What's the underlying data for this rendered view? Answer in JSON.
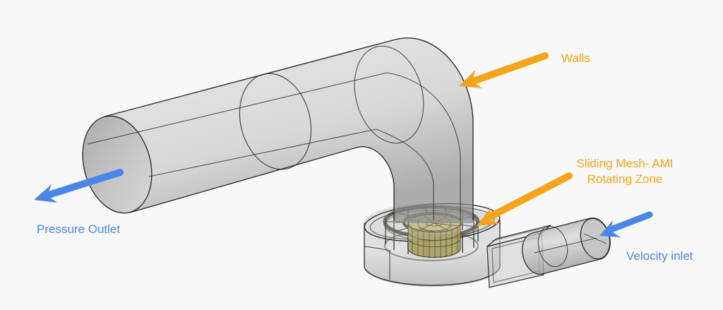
{
  "annotations": {
    "walls": {
      "label": "Walls",
      "color": "#F6A41A"
    },
    "sliding_mesh": {
      "line1": "Sliding Mesh- AMI",
      "line2": "Rotating Zone",
      "color": "#F6A41A"
    },
    "pressure_outlet": {
      "label": "Pressure Outlet",
      "color": "#4A86E8"
    },
    "velocity_inlet": {
      "label": "Velocity inlet",
      "color": "#4A86E8"
    }
  },
  "colors": {
    "background": "#F8F8F8",
    "annotation_orange": "#F6A41A",
    "annotation_blue": "#4A86E8",
    "pipe_gray": "#C6C6C6",
    "edge_line": "#2E2E2E",
    "rotating_zone_yellow": "#B4AB6C",
    "cage_dark": "#35352C"
  }
}
